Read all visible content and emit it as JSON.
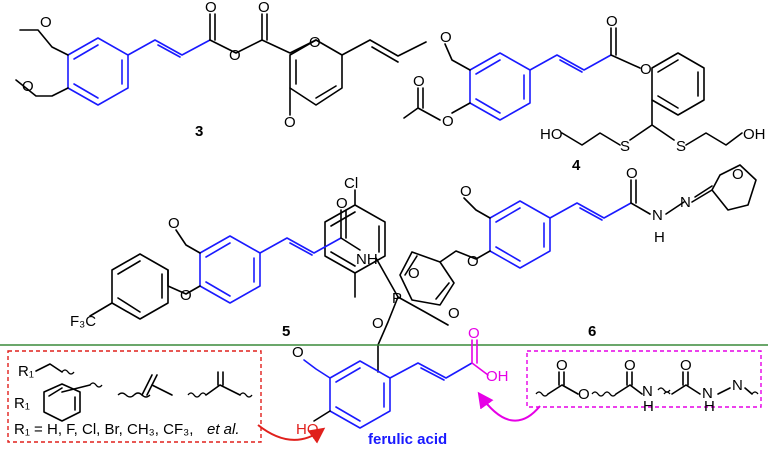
{
  "compounds": [
    {
      "label": "3"
    },
    {
      "label": "4"
    },
    {
      "label": "5"
    },
    {
      "label": "6"
    }
  ],
  "atoms": {
    "c3": [
      "O",
      "O",
      "O",
      "O",
      "O",
      "O",
      "O"
    ],
    "c4": [
      "O",
      "O",
      "O",
      "O",
      "O",
      "HO",
      "S",
      "S",
      "OH"
    ],
    "c5": [
      "Cl",
      "O",
      "O",
      "O",
      "NH",
      "P",
      "O",
      "O",
      "O",
      "F₃C"
    ],
    "c6": [
      "O",
      "O",
      "O",
      "N",
      "H",
      "N",
      "O"
    ]
  },
  "legend_left": {
    "r1_label": "R₁",
    "r1_ring_label": "R₁",
    "r1_definition": "R₁ = H, F, Cl, Br, CH₃, CF₃,",
    "et_al": "et al."
  },
  "center": {
    "name": "ferulic acid",
    "methoxy_o": "O",
    "hydroxy": "HO",
    "carbonyl_o": "O",
    "acid_oh": "OH"
  },
  "legend_right": {
    "ester": [
      "O",
      "O"
    ],
    "amide": [
      "O",
      "N",
      "H"
    ],
    "hydrazone": [
      "O",
      "N",
      "N",
      "H"
    ]
  },
  "colors": {
    "divider": "#3a8a3a",
    "left_box": "#e0201c",
    "right_box": "#e600e6",
    "scaffold": "#1a1aff",
    "acid_group": "#e600e6",
    "arrow_left": "#e0201c",
    "arrow_right": "#e600e6",
    "hydroxy": "#e0201c"
  }
}
